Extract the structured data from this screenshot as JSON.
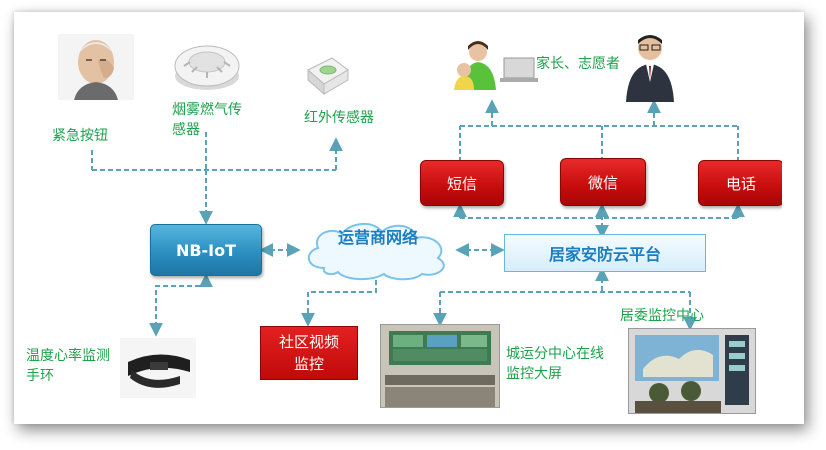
{
  "devices": {
    "emergency_button": "紧急按钮",
    "smoke_gas_sensor": "烟雾燃气传感器",
    "infrared_sensor": "红外传感器",
    "wristband": "温度心率监测手环"
  },
  "network": {
    "nbiot": "NB-IoT",
    "operator_net": "运营商网络"
  },
  "platform": {
    "name": "居家安防云平台"
  },
  "channels": {
    "sms": "短信",
    "wechat": "微信",
    "phone": "电话"
  },
  "receivers": {
    "family": "家长、志愿者"
  },
  "monitoring": {
    "community_video": "社区视频监控",
    "ops_center": "城运分中心在线监控大屏",
    "committee_center": "居委监控中心"
  },
  "colors": {
    "label_green": "#1ea24b",
    "line_teal": "#5aa2b5",
    "nbiot_blue": "#2b8fc0",
    "channel_red": "#c60c0c",
    "platform_text": "#1b7ec0"
  }
}
